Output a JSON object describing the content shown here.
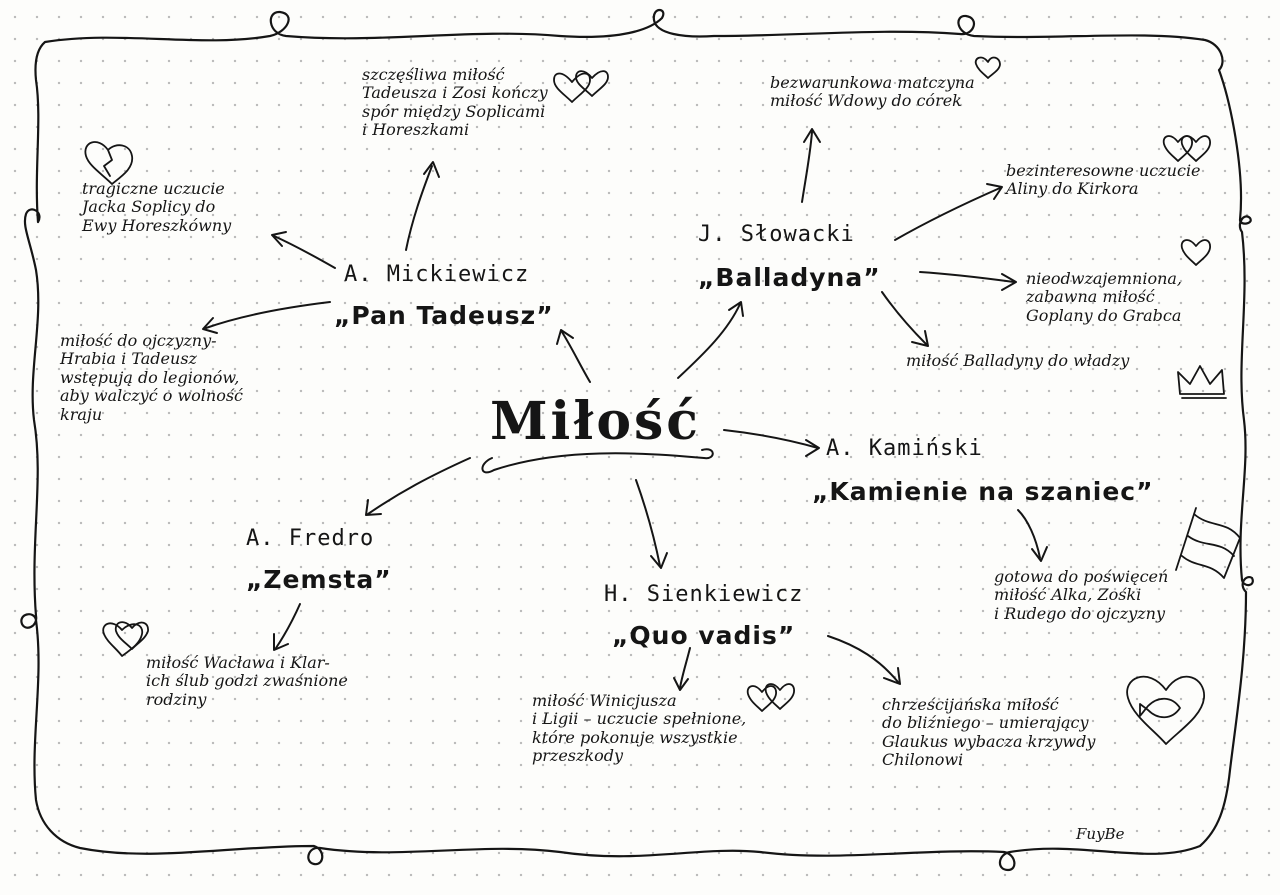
{
  "central": {
    "label": "Miłość"
  },
  "mickiewicz": {
    "author": "A. Mickiewicz",
    "work": "„Pan Tadeusz”",
    "notes": [
      [
        "szczęśliwa miłość",
        "Tadeusza i Zosi kończy",
        "spór między Soplicami",
        "i Horeszkami"
      ],
      [
        "tragiczne uczucie",
        "Jacka Soplicy do",
        "Ewy Horeszkówny"
      ],
      [
        "miłość do ojczyzny-",
        "Hrabia i Tadeusz",
        "wstępują do legionów,",
        "aby walczyć o wolność",
        "kraju"
      ]
    ]
  },
  "slowacki": {
    "author": "J. Słowacki",
    "work": "„Balladyna”",
    "notes": [
      [
        "bezwarunkowa matczyna",
        "miłość Wdowy do córek"
      ],
      [
        "bezinteresowne uczucie",
        "Aliny do Kirkora"
      ],
      [
        "nieodwzajemniona,",
        "zabawna miłość",
        "Goplany do Grabca"
      ],
      [
        "miłość Balladyny do władzy"
      ]
    ]
  },
  "kaminski": {
    "author": "A. Kamiński",
    "work": "„Kamienie na szaniec”",
    "notes": [
      [
        "gotowa do poświęceń",
        "miłość Alka, Zośki",
        "i Rudego do ojczyzny"
      ]
    ]
  },
  "fredro": {
    "author": "A. Fredro",
    "work": "„Zemsta”",
    "notes": [
      [
        "miłość Wacława i Klar-",
        "ich ślub godzi zwaśnione",
        "rodziny"
      ]
    ]
  },
  "sienkiewicz": {
    "author": "H. Sienkiewicz",
    "work": "„Quo vadis”",
    "notes": [
      [
        "miłość Winicjusza",
        "i Ligii – uczucie spełnione,",
        "które pokonuje wszystkie",
        "przeszkody"
      ],
      [
        "chrześcijańska miłość",
        "do bliźniego – umierający",
        "Glaukus wybacza krzywdy",
        "Chilonowi"
      ]
    ]
  },
  "signature": "FuyBe",
  "icons": [
    "heart-icon",
    "broken-heart-icon",
    "crown-icon",
    "flag-icon",
    "fish-in-heart-icon"
  ]
}
